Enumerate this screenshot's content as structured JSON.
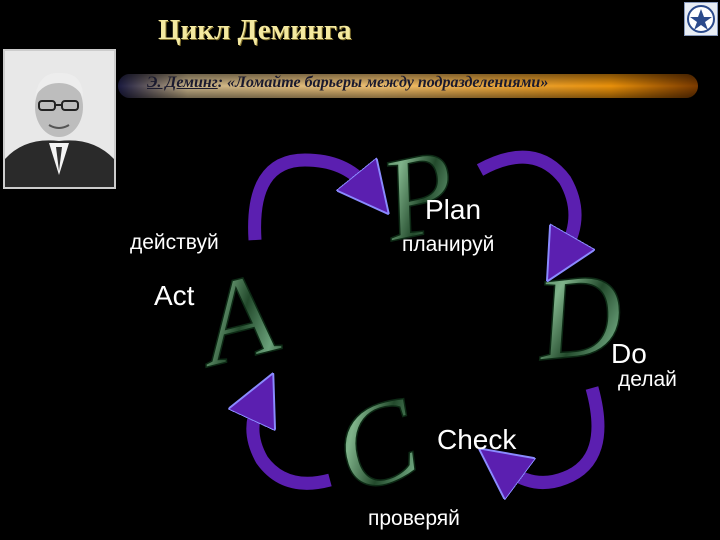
{
  "slide": {
    "title": "Цикл Деминга",
    "quote_author": "Э. Деминг",
    "quote_sep": ":",
    "quote_text": " «Ломайте барьеры между подразделениями»"
  },
  "cycle": {
    "plan_letter": "P",
    "do_letter": "D",
    "check_letter": "C",
    "act_letter": "A",
    "plan_en": "Plan",
    "plan_ru": "планируй",
    "do_en": "Do",
    "do_ru": "делай",
    "check_en": "Check",
    "check_ru": "проверяй",
    "act_en": "Act",
    "act_ru": "действуй"
  },
  "colors": {
    "background": "#000000",
    "title": "#f4e9a0",
    "arrow": "#5b1fb0",
    "letters": "#3a7a4a"
  },
  "icons": [
    "emblem-logo",
    "portrait-photo"
  ]
}
